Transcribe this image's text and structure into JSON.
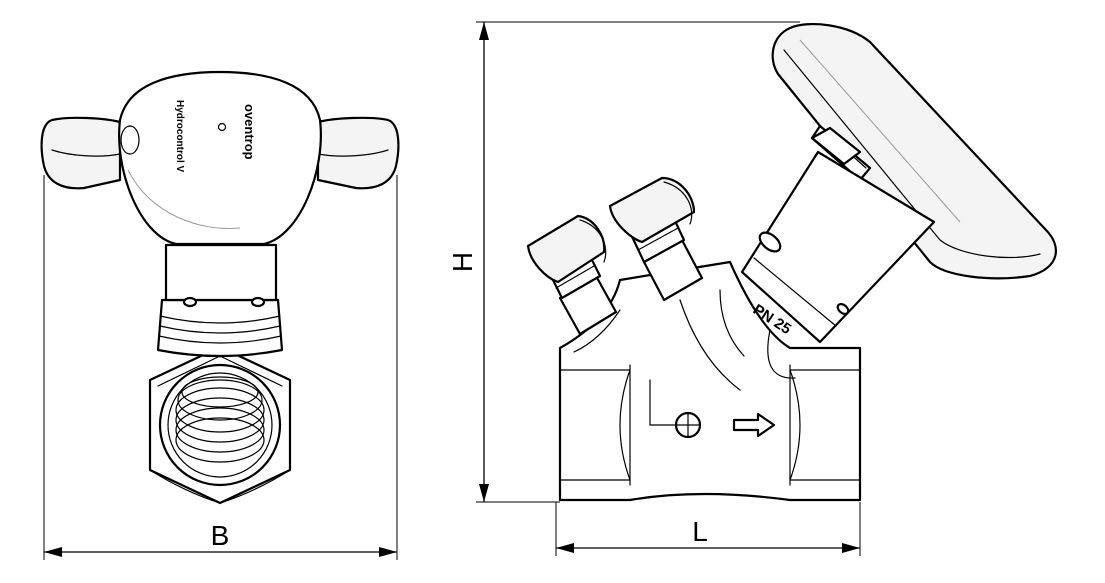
{
  "dimensions": {
    "width_label": "B",
    "height_label": "H",
    "length_label": "L"
  },
  "valve_body": {
    "pressure_marking": "PN 25"
  },
  "handwheel": {
    "brand_marking": "oventrop",
    "model_marking": "Hydrocontrol V"
  }
}
